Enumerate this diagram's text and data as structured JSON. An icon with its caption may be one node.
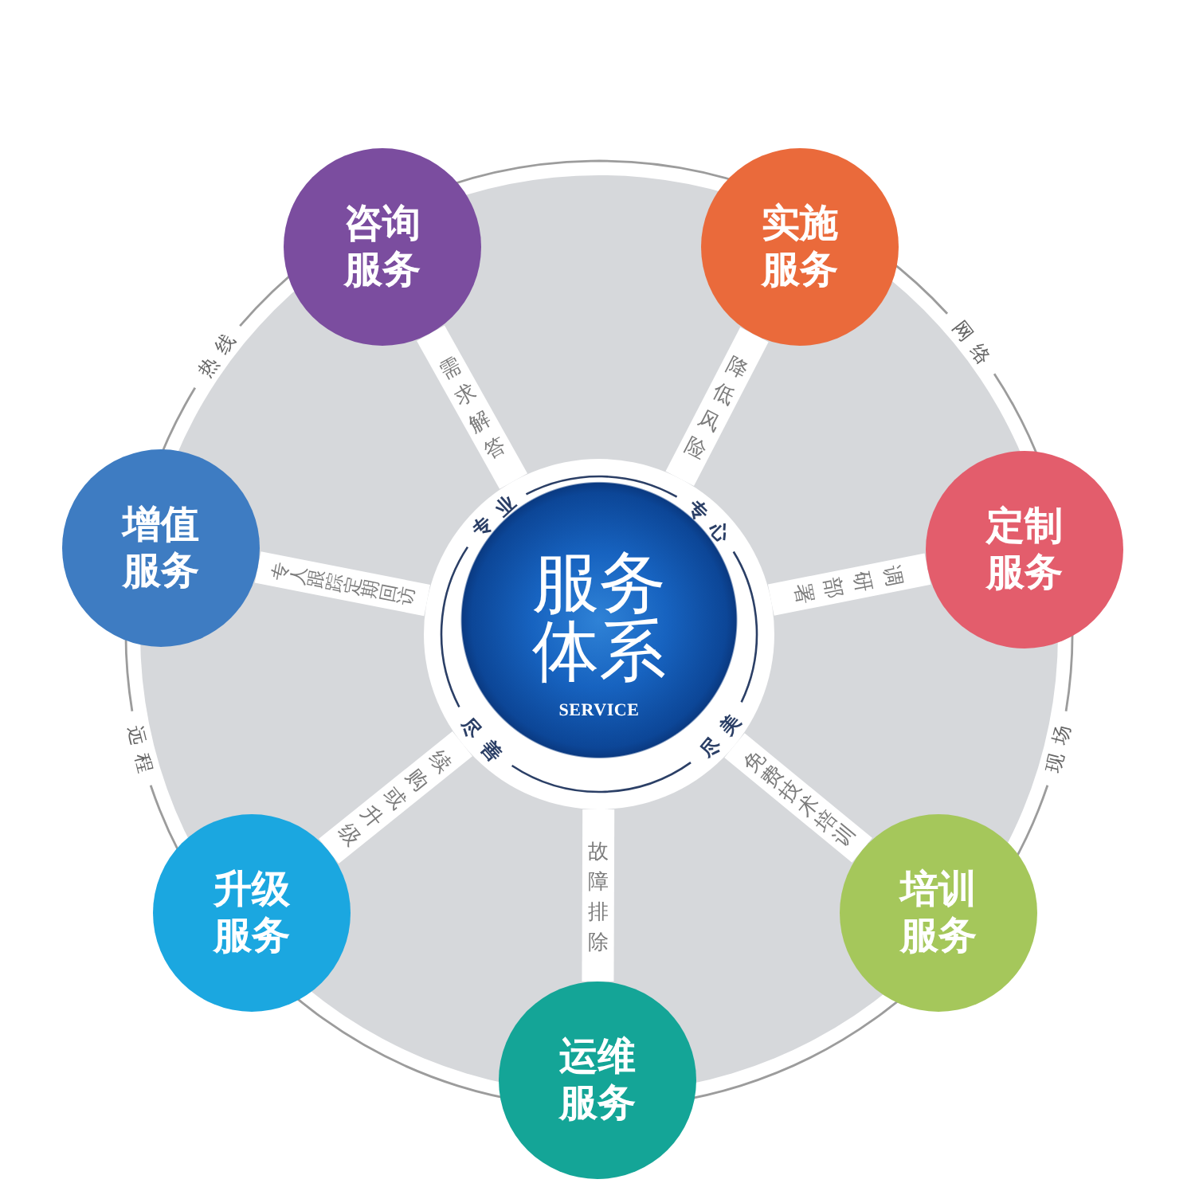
{
  "diagram": {
    "nodes": [
      {
        "text": [
          "服务体系",
          "SERVICE"
        ]
      },
      {
        "text": [
          "咨询服务"
        ]
      },
      {
        "text": [
          "实施服务"
        ]
      },
      {
        "text": [
          "增值服务"
        ]
      },
      {
        "text": [
          "定制服务"
        ]
      },
      {
        "text": [
          "升级服务"
        ]
      },
      {
        "text": [
          "培训服务"
        ]
      },
      {
        "text": [
          "运维服务"
        ]
      }
    ],
    "edges": [
      {
        "from": 0,
        "to": 1,
        "arrow": "none",
        "label": "需求解答"
      },
      {
        "from": 0,
        "to": 2,
        "arrow": "none",
        "label": "降低风险"
      },
      {
        "from": 0,
        "to": 3,
        "arrow": "none",
        "label": "专人跟踪定期回访"
      },
      {
        "from": 0,
        "to": 4,
        "arrow": "none",
        "label": "调研部署"
      },
      {
        "from": 0,
        "to": 5,
        "arrow": "none",
        "label": "续购或升级"
      },
      {
        "from": 0,
        "to": 6,
        "arrow": "none",
        "label": "免费技术培训"
      },
      {
        "from": 0,
        "to": 7,
        "arrow": "none",
        "label": "故障排除"
      }
    ],
    "labels": [
      "热线",
      "网络",
      "专业",
      "专心",
      "远程",
      "尽善",
      "尽美",
      "现场"
    ]
  }
}
